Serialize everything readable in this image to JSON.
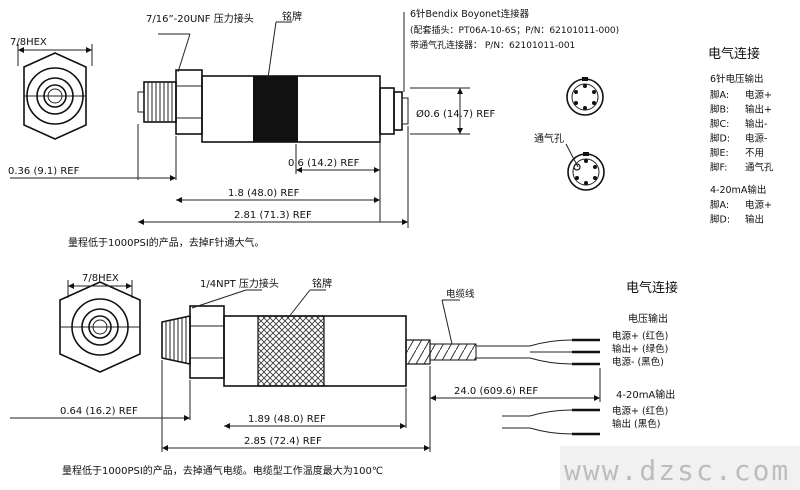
{
  "top": {
    "hex": "7/8HEX",
    "thread": "7/16”-20UNF 压力接头",
    "nameplate": "铭牌",
    "connector_title": "6针Bendix Boyonet连接器",
    "mating_plug": "(配套插头：PT06A-10-6S；P/N：62101011-000)",
    "vented_connector": "带通气孔连接器： P/N：62101011-001",
    "diameter": "Ø0.6 (14.7) REF",
    "dim_036": "0.36 (9.1) REF",
    "dim_06": "0.6 (14.2) REF",
    "dim_18": "1.8 (48.0) REF",
    "dim_281": "2.81 (71.3) REF",
    "note": "量程低于1000PSI的产品，去掉F针通大气。",
    "vent_hole": "通气孔",
    "elec_title": "电气连接",
    "voltage_title": "6针电压输出",
    "voltage_pins": [
      {
        "pin": "脚A:",
        "fn": "电源+"
      },
      {
        "pin": "脚B:",
        "fn": "输出+"
      },
      {
        "pin": "脚C:",
        "fn": "输出-"
      },
      {
        "pin": "脚D:",
        "fn": "电源-"
      },
      {
        "pin": "脚E:",
        "fn": "不用"
      },
      {
        "pin": "脚F:",
        "fn": "通气孔"
      }
    ],
    "current_title": "4-20mA输出",
    "current_pins": [
      {
        "pin": "脚A:",
        "fn": "电源+"
      },
      {
        "pin": "脚D:",
        "fn": "输出"
      }
    ]
  },
  "bottom": {
    "hex": "7/8HEX",
    "thread": "1/4NPT 压力接头",
    "nameplate": "铭牌",
    "cable": "电缆线",
    "dim_064": "0.64 (16.2) REF",
    "dim_189": "1.89 (48.0) REF",
    "dim_24": "24.0 (609.6) REF",
    "dim_285": "2.85 (72.4) REF",
    "note": "量程低于1000PSI的产品，去掉通气电缆。电缆型工作温度最大为100℃",
    "elec_title": "电气连接",
    "voltage_title": "电压输出",
    "voltage_lines": [
      "电源+ (红色)",
      "输出+ (绿色)",
      "电源- (黑色)"
    ],
    "current_title": "4-20mA输出",
    "current_lines": [
      "电源+ (红色)",
      "输出 (黑色)"
    ]
  },
  "watermark": "www.dzsc.com"
}
